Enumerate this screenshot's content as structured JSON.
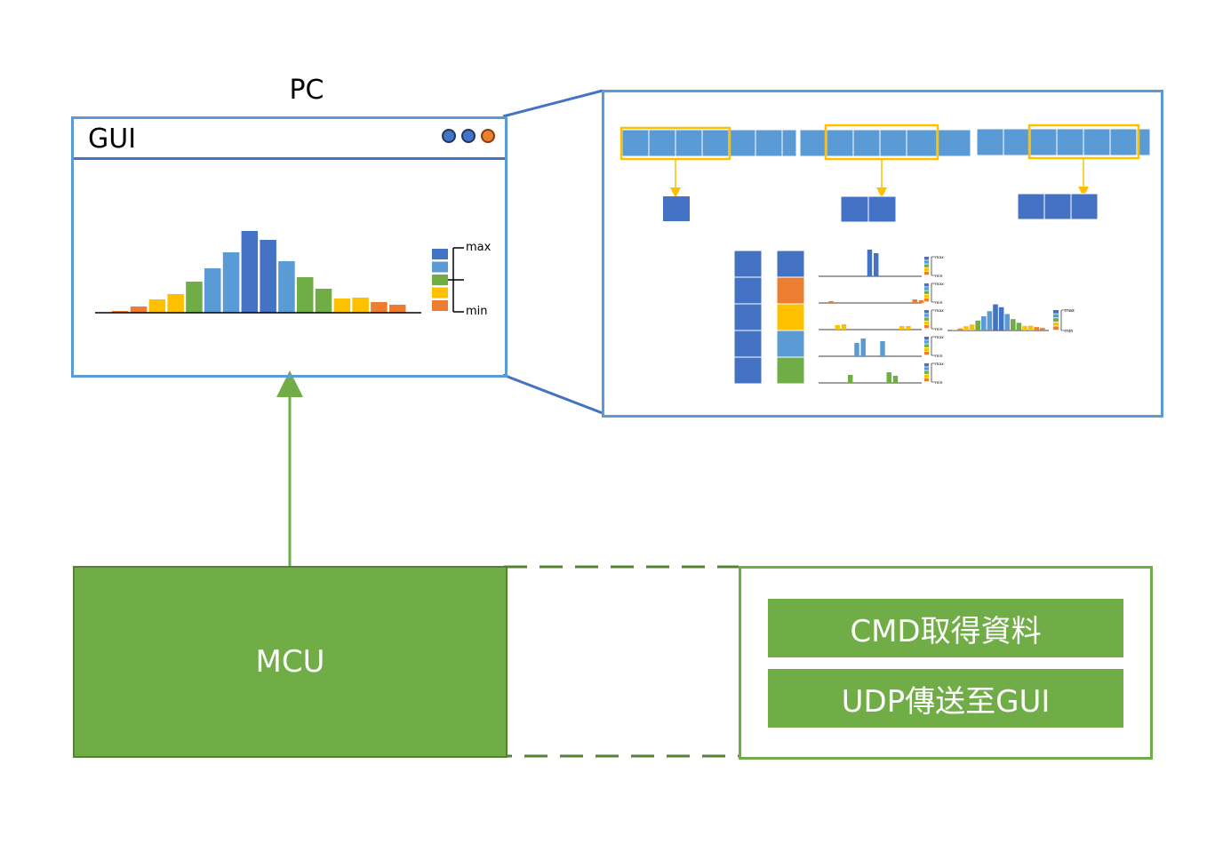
{
  "pc": {
    "label": "PC"
  },
  "gui": {
    "title": "GUI",
    "window_buttons": [
      "#4472c4",
      "#4472c4",
      "#ed7d31"
    ],
    "legend": {
      "max_label": "max",
      "min_label": "min"
    }
  },
  "chart_data": {
    "type": "bar",
    "values": [
      2,
      7,
      15,
      21,
      35,
      50,
      68,
      92,
      82,
      58,
      40,
      27,
      16,
      17,
      12,
      9
    ],
    "colors": [
      "#ed7d31",
      "#ed7d31",
      "#ffc000",
      "#ffc000",
      "#70ad47",
      "#5b9bd5",
      "#5b9bd5",
      "#4472c4",
      "#4472c4",
      "#5b9bd5",
      "#70ad47",
      "#70ad47",
      "#ffc000",
      "#ffc000",
      "#ed7d31",
      "#ed7d31"
    ],
    "legend_colors": [
      "#4472c4",
      "#5b9bd5",
      "#70ad47",
      "#ffc000",
      "#ed7d31"
    ],
    "ylim": [
      0,
      100
    ],
    "legend": [
      "max",
      "min"
    ]
  },
  "detail": {
    "mini_charts": [
      {
        "color": "#4472c4",
        "values": [
          0,
          0,
          0,
          0,
          0,
          0,
          0,
          30,
          26,
          0,
          0,
          0,
          0,
          0,
          0,
          0
        ]
      },
      {
        "color": "#ed7d31",
        "values": [
          0,
          2,
          0,
          0,
          0,
          0,
          0,
          0,
          0,
          0,
          0,
          0,
          0,
          0,
          4,
          3
        ]
      },
      {
        "color": "#ffc000",
        "values": [
          0,
          0,
          5,
          6,
          0,
          0,
          0,
          0,
          0,
          0,
          0,
          0,
          4,
          4,
          0,
          0
        ]
      },
      {
        "color": "#5b9bd5",
        "values": [
          0,
          0,
          0,
          0,
          0,
          15,
          20,
          0,
          0,
          17,
          0,
          0,
          0,
          0,
          0,
          0
        ]
      },
      {
        "color": "#70ad47",
        "values": [
          0,
          0,
          0,
          0,
          9,
          0,
          0,
          0,
          0,
          0,
          12,
          8,
          0,
          0,
          0,
          0
        ]
      }
    ],
    "legend_max": "max",
    "legend_min": "min"
  },
  "mcu": {
    "label": "MCU"
  },
  "tasks": [
    {
      "label": "CMD取得資料"
    },
    {
      "label": "UDP傳送至GUI"
    }
  ],
  "colors": {
    "frame_blue": "#5b9bd5",
    "link_blue": "#4472c4",
    "mcu_green": "#70ad47",
    "dashed_green": "#548235",
    "highlight_gold": "#ffc000"
  }
}
